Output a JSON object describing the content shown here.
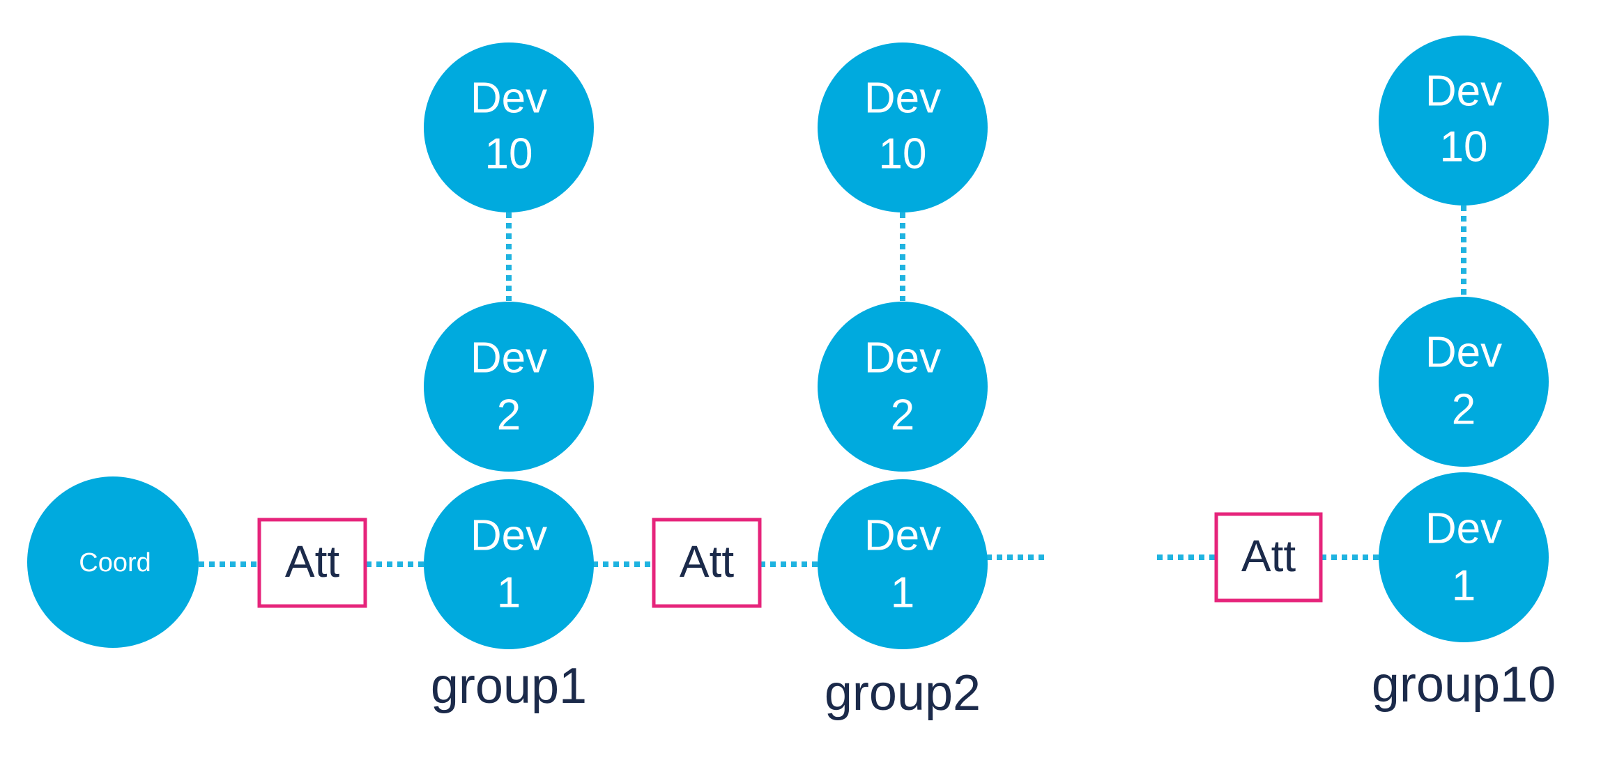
{
  "colors": {
    "node": "#00aade",
    "att_border": "#e6247b",
    "text_dark": "#1b2a4a",
    "link": "#1fb3e0"
  },
  "coordinator": {
    "label": "Coord"
  },
  "attenuators": [
    "Att",
    "Att",
    "Att"
  ],
  "groups": [
    {
      "name": "group1",
      "devices": [
        {
          "line1": "Dev",
          "line2": "1"
        },
        {
          "line1": "Dev",
          "line2": "2"
        },
        {
          "line1": "Dev",
          "line2": "10"
        }
      ]
    },
    {
      "name": "group2",
      "devices": [
        {
          "line1": "Dev",
          "line2": "1"
        },
        {
          "line1": "Dev",
          "line2": "2"
        },
        {
          "line1": "Dev",
          "line2": "10"
        }
      ]
    },
    {
      "name": "group10",
      "devices": [
        {
          "line1": "Dev",
          "line2": "1"
        },
        {
          "line1": "Dev",
          "line2": "2"
        },
        {
          "line1": "Dev",
          "line2": "10"
        }
      ]
    }
  ]
}
